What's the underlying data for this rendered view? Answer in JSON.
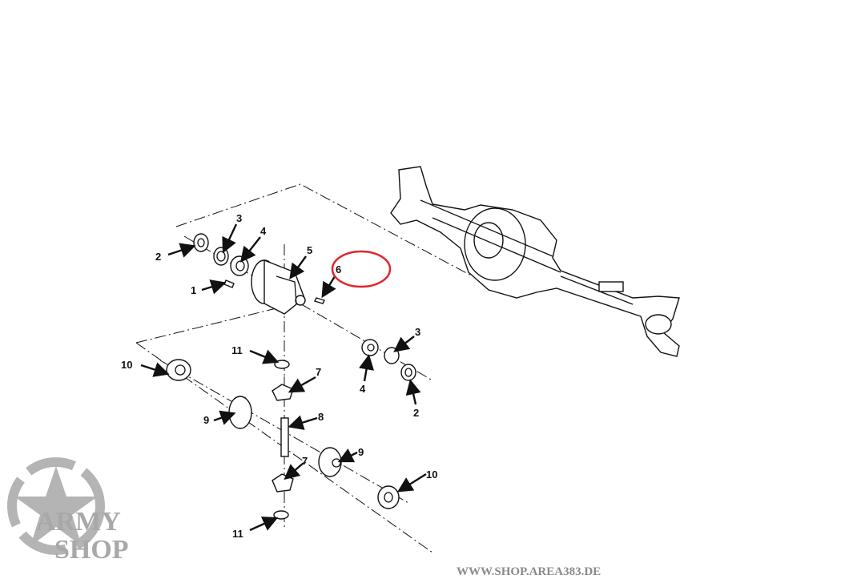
{
  "diagram": {
    "title": "Front axle differential exploded view",
    "callouts": [
      "1",
      "2",
      "3",
      "4",
      "5",
      "6",
      "7",
      "8",
      "9",
      "10",
      "11"
    ],
    "highlight_color": "#e0262b",
    "highlighted_callout": "6"
  },
  "labels": {
    "l1": "1",
    "l2a": "2",
    "l2b": "2",
    "l3a": "3",
    "l3b": "3",
    "l4a": "4",
    "l4b": "4",
    "l5": "5",
    "l6": "6",
    "l7a": "7",
    "l7b": "7",
    "l8": "8",
    "l9a": "9",
    "l9b": "9",
    "l10a": "10",
    "l10b": "10",
    "l11a": "11",
    "l11b": "11"
  },
  "watermark": {
    "logo_line1": "ARMY",
    "logo_line2": "SHOP",
    "url": "WWW.SHOP.AREA383.DE"
  }
}
